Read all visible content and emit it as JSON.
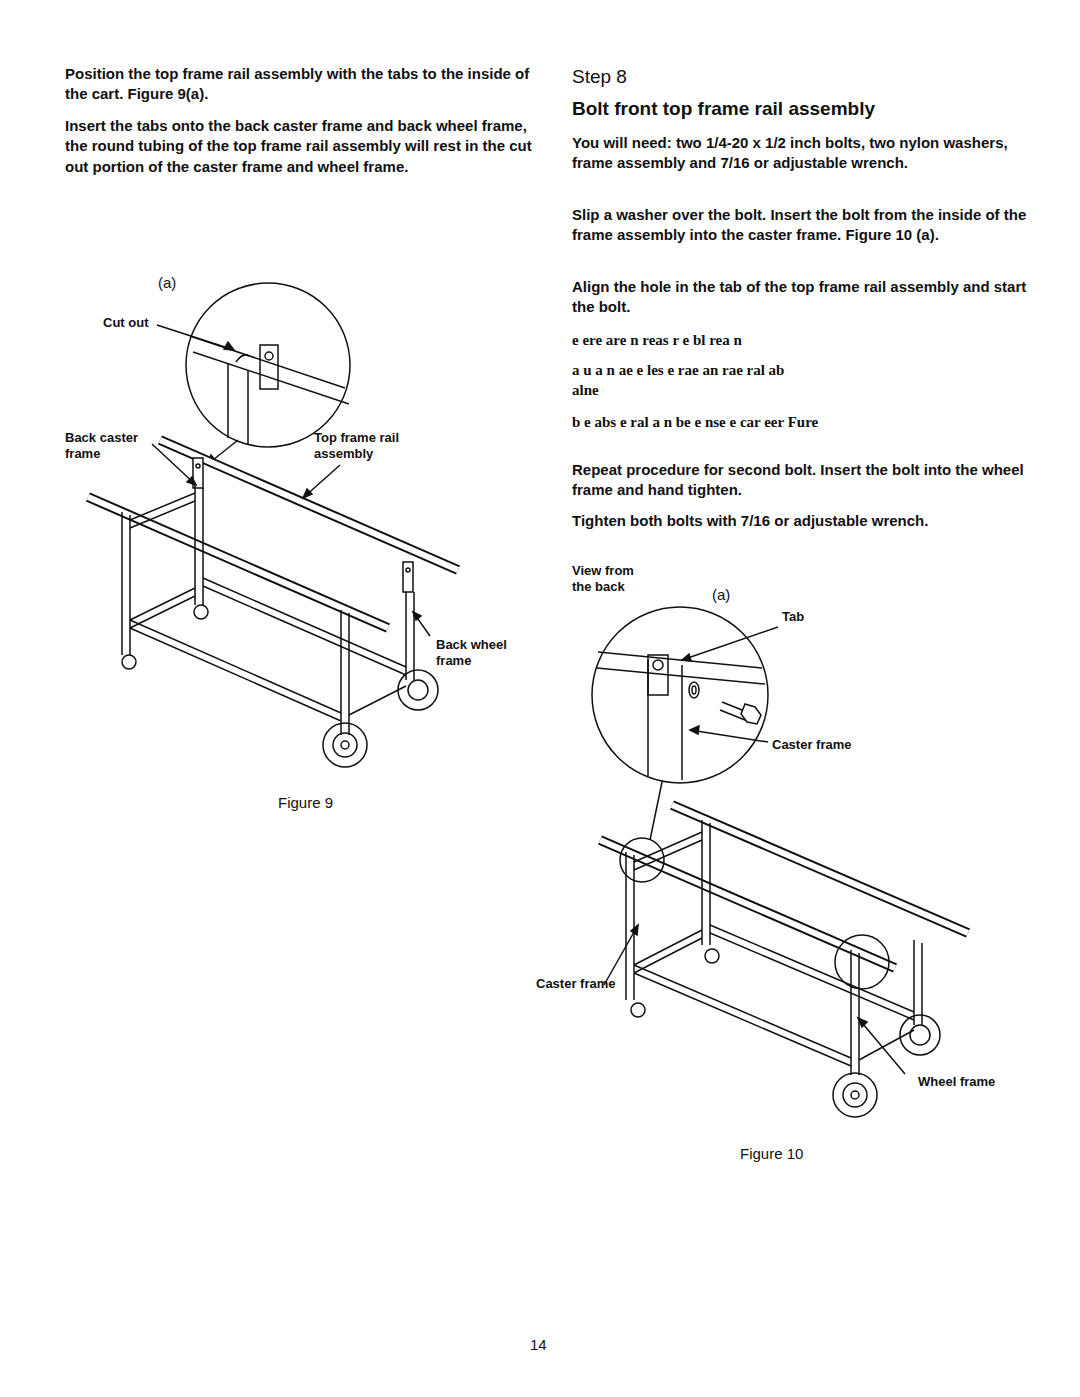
{
  "diagram": {
    "labels": [
      "Position the top frame rail assembly with the tabs to the inside of the cart. Figure 9(a).",
      "Insert the tabs onto the back caster frame and back wheel frame, the round tubing of the top frame rail assembly will rest in the cut out portion of the caster frame and wheel frame.",
      "(a)",
      "Cut out",
      "Back caster frame",
      "Top frame rail assembly",
      "Back wheel frame",
      "Figure 9",
      "Step 8",
      "Bolt front top frame rail assembly",
      "You will need: two 1/4-20 x 1/2 inch bolts, two nylon washers, frame assembly and 7/16 or adjustable wrench.",
      "Slip a washer over the bolt. Insert the bolt from the inside of the frame assembly into the caster frame. Figure 10 (a).",
      "Align the hole in the tab of the top frame rail assembly and start the bolt.",
      "e ere are n reas r e bl rea n",
      "a u a n ae e les e rae an rae ral ab alne",
      "b e abs e ral a n be e nse e car eer Fure",
      "Repeat procedure for second bolt. Insert the bolt into the wheel frame and hand tighten.",
      "Tighten both bolts with 7/16 or adjustable wrench.",
      "View from the back",
      "(a)",
      "Tab",
      "Caster frame",
      "Caster frame",
      "Wheel frame",
      "Figure 10",
      "14"
    ]
  }
}
